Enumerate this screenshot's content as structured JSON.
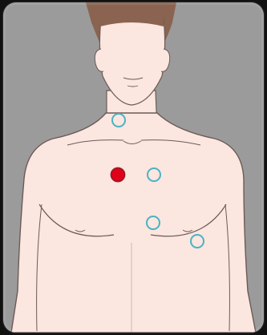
{
  "colors": {
    "frame": "#111111",
    "background": "#9b9b9b",
    "skin": "#fbe6e0",
    "outline": "#6d5a55",
    "hair": "#8a6450",
    "marker_inactive": "#4ab3c2",
    "marker_active": "#e1001a"
  },
  "markers": [
    {
      "name": "marker-neck",
      "state": "inactive"
    },
    {
      "name": "marker-chest-left",
      "state": "active"
    },
    {
      "name": "marker-chest-right",
      "state": "inactive"
    },
    {
      "name": "marker-lower-chest",
      "state": "inactive"
    },
    {
      "name": "marker-side-chest",
      "state": "inactive"
    }
  ]
}
